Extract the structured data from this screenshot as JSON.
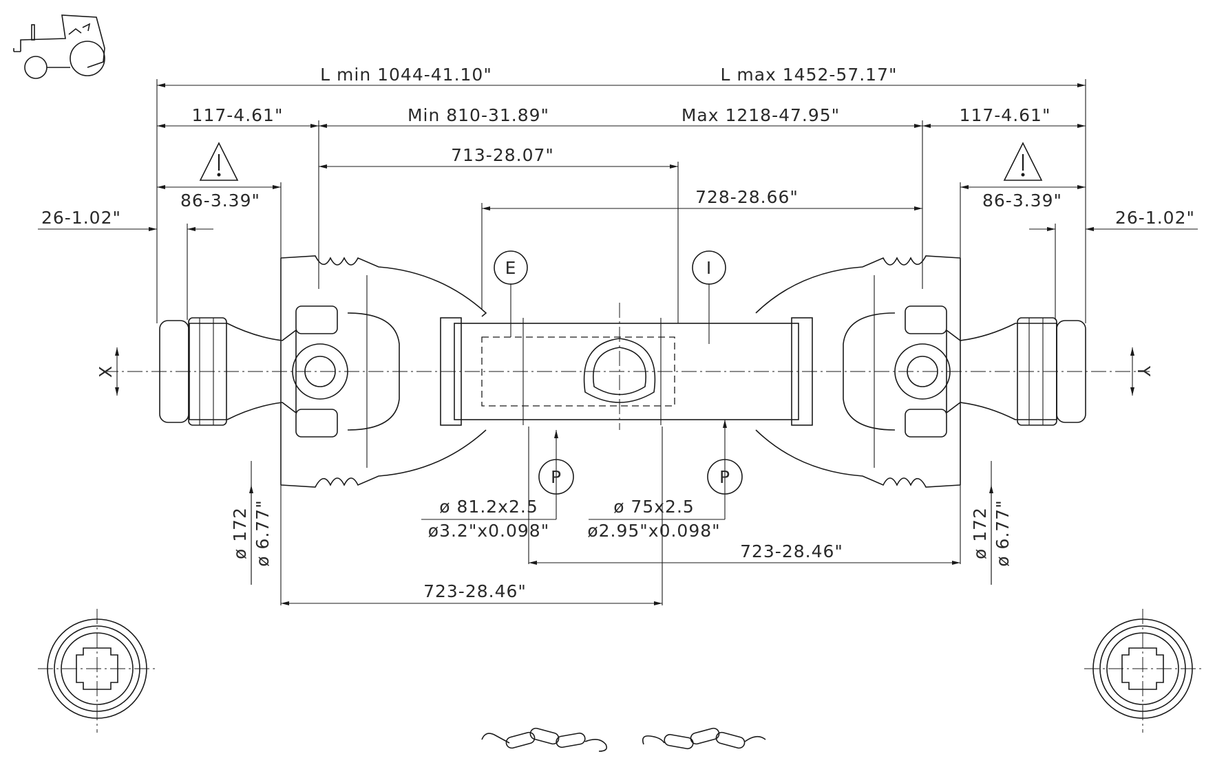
{
  "dimensions": {
    "l_min": "L min 1044-41.10\"",
    "l_max": "L max 1452-57.17\"",
    "end_left": "117-4.61\"",
    "end_right": "117-4.61\"",
    "min_len": "Min 810-31.89\"",
    "max_len": "Max 1218-47.95\"",
    "d713": "713-28.07\"",
    "d728": "728-28.66\"",
    "d86_left": "86-3.39\"",
    "d86_right": "86-3.39\"",
    "d26_left": "26-1.02\"",
    "d26_right": "26-1.02\"",
    "d723_right": "723-28.46\"",
    "d723_left": "723-28.46\"",
    "dia172_left": "ø 172",
    "dia677_left": "ø 6.77\"",
    "dia172_right": "ø 172",
    "dia677_right": "ø 6.77\""
  },
  "tubes": {
    "outer_mm": "ø 81.2x2.5",
    "outer_in": "ø3.2\"x0.098\"",
    "inner_mm": "ø 75x2.5",
    "inner_in": "ø2.95\"x0.098\""
  },
  "labels": {
    "E": "E",
    "I": "I",
    "P1": "P",
    "P2": "P",
    "X": "X",
    "Y": "Y"
  }
}
